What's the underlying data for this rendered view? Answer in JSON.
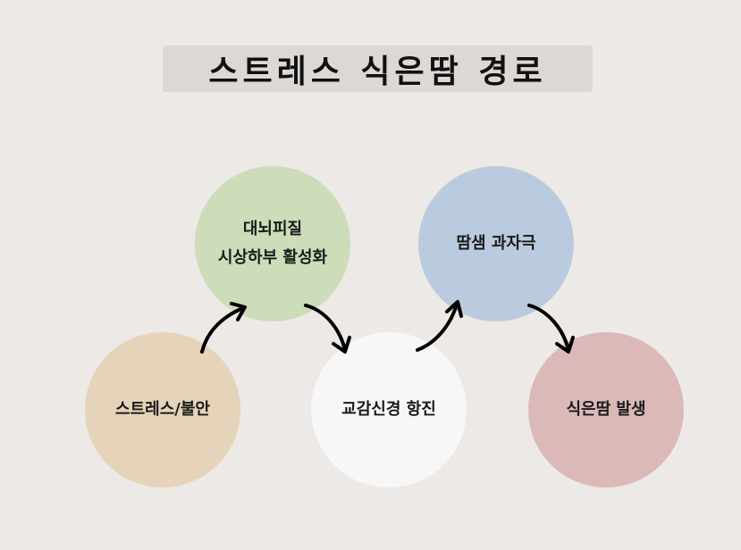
{
  "title": "스트레스 식은땀 경로",
  "nodes": {
    "stress": "스트레스/불안",
    "cortex": "대뇌피질\n시상하부 활성화",
    "sympathetic": "교감신경 항진",
    "sweat_gland": "땀샘 과자극",
    "result": "식은땀 발생"
  },
  "colors": {
    "background": "#ede9e6",
    "title_box": "#ddd8d5",
    "stress": "#e5d4b9",
    "cortex": "#cddcb9",
    "sympathetic": "#f7f7f7",
    "sweat_gland": "#bbcbdf",
    "result": "#dbb9b9"
  }
}
